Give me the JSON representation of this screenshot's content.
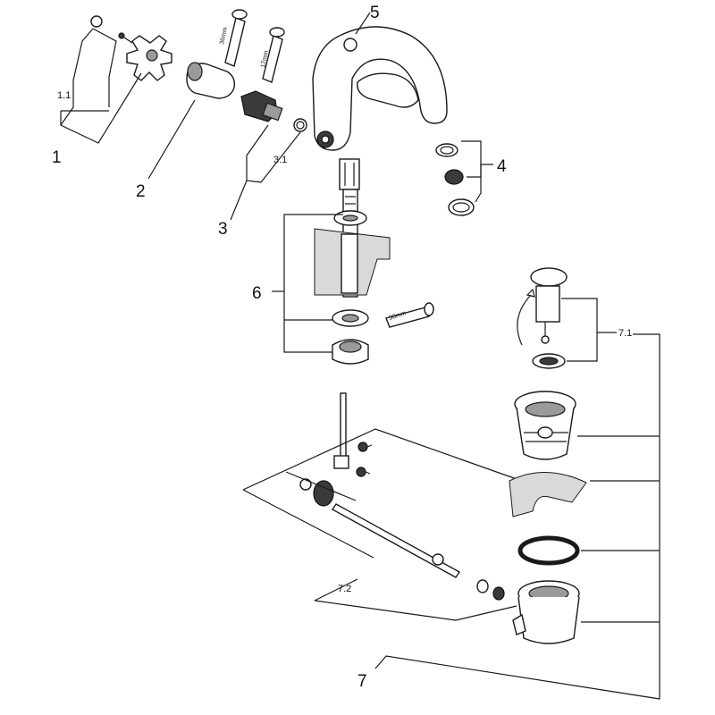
{
  "labels": {
    "l1": "1",
    "l1_1": "1.1",
    "l2": "2",
    "l3": "3",
    "l3_1": "3.1",
    "l4": "4",
    "l5": "5",
    "l6": "6",
    "l7": "7",
    "l7_1": "7.1",
    "l7_2": "7.2"
  },
  "tool_labels": {
    "wrench_a": "36mm",
    "wrench_b": "17mm",
    "wrench_c": "30mm"
  }
}
